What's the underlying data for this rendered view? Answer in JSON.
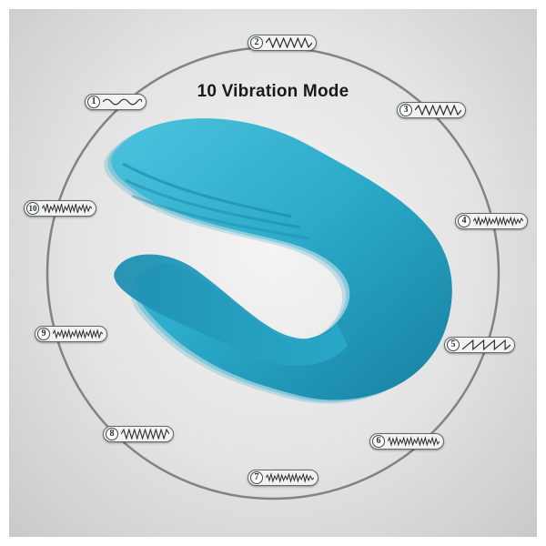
{
  "title": "10 Vibration Mode",
  "modes": [
    {
      "label": "1",
      "wave": "sine"
    },
    {
      "label": "2",
      "wave": "zigzag"
    },
    {
      "label": "3",
      "wave": "zigzag"
    },
    {
      "label": "4",
      "wave": "dense"
    },
    {
      "label": "5",
      "wave": "ramp"
    },
    {
      "label": "6",
      "wave": "dense"
    },
    {
      "label": "7",
      "wave": "dense"
    },
    {
      "label": "8",
      "wave": "zigzag"
    },
    {
      "label": "9",
      "wave": "dense"
    },
    {
      "label": "10",
      "wave": "dense"
    }
  ],
  "colors": {
    "product": "#2aa9c9",
    "product_dark": "#1b86a5",
    "ring": "#6a6a6a",
    "badge_border": "#5e6a70"
  }
}
